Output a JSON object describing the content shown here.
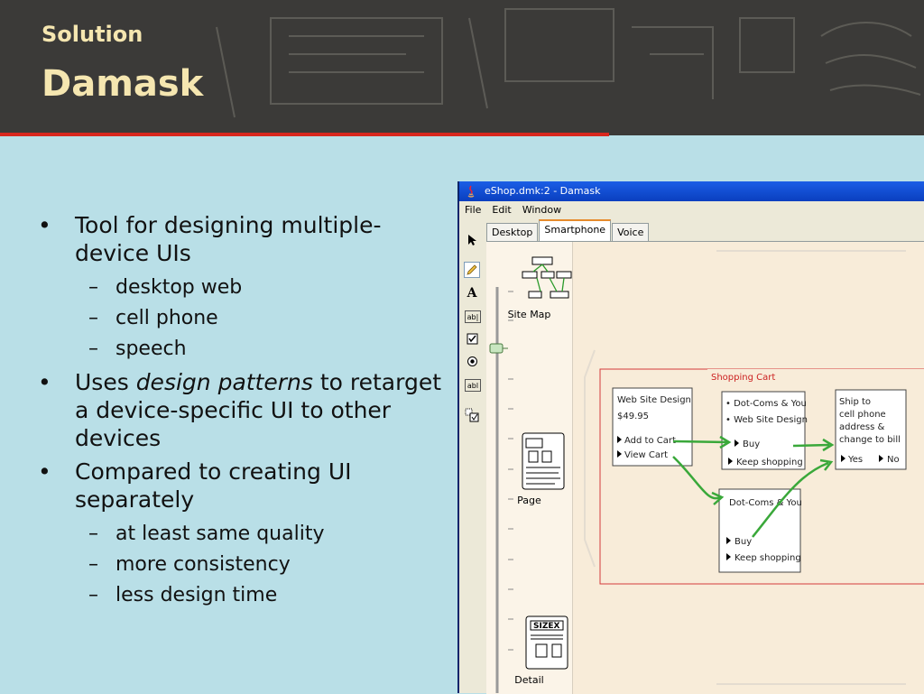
{
  "header": {
    "section": "Solution",
    "title": "Damask"
  },
  "bullets": [
    {
      "text": "Tool for designing multiple-device UIs",
      "subitems": [
        "desktop web",
        "cell phone",
        "speech"
      ]
    },
    {
      "prefix": "Uses ",
      "emphasis": "design patterns",
      "suffix": " to retarget a device-specific UI to other devices",
      "subitems": []
    },
    {
      "text": "Compared to creating UI separately",
      "subitems": [
        "at least same quality",
        "more consistency",
        "less design time"
      ]
    }
  ],
  "app": {
    "window_title": "eShop.dmk:2 - Damask",
    "menu": [
      "File",
      "Edit",
      "Window"
    ],
    "tabs": [
      "Desktop",
      "Smartphone",
      "Voice"
    ],
    "active_tab": "Smartphone",
    "tools": [
      "arrow-icon",
      "pencil-icon",
      "text-icon",
      "textbox-icon",
      "checkbox-icon",
      "radio-icon",
      "label-icon",
      "group-icon"
    ],
    "tool_labels": {
      "text": "A",
      "textbox": "ab|",
      "label": "abl"
    },
    "panes": [
      "Site Map",
      "Page",
      "Detail"
    ],
    "canvas": {
      "group_label": "Shopping Cart",
      "page1": {
        "lines": [
          "Web Site Design",
          "$49.95"
        ],
        "links": [
          "Add to Cart",
          "View Cart"
        ]
      },
      "page2": {
        "lines": [
          "• Dot-Coms & You",
          "• Web Site Design"
        ],
        "links": [
          "Buy",
          "Keep shopping"
        ]
      },
      "page3": {
        "lines": [
          "Ship to",
          "cell phone",
          "address &",
          "change to bill"
        ],
        "links": [
          "Yes",
          "No"
        ]
      },
      "page4": {
        "lines": [
          "Dot-Coms & You"
        ],
        "links": [
          "Buy",
          "Keep shopping"
        ]
      }
    }
  }
}
